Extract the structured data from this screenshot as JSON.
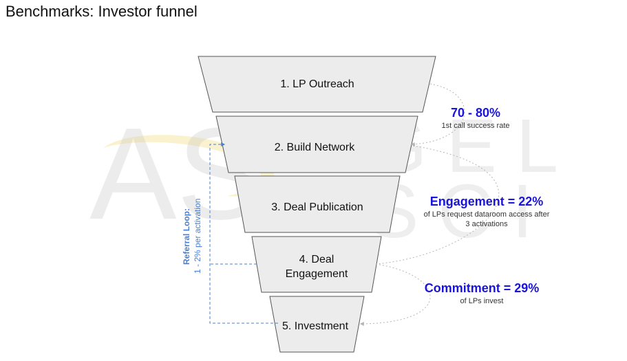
{
  "title": "Benchmarks: Investor funnel",
  "watermark": {
    "initials": "AS",
    "word1": "GEL",
    "word2": "SCI"
  },
  "stages": [
    {
      "label": "1. LP Outreach"
    },
    {
      "label": "2. Build Network"
    },
    {
      "label": "3. Deal Publication"
    },
    {
      "label": "4. Deal",
      "label2": "Engagement"
    },
    {
      "label": "5. Investment"
    }
  ],
  "metrics": [
    {
      "value": "70 - 80%",
      "caption": "1st call success rate"
    },
    {
      "value": "Engagement =  22%",
      "caption": "of LPs request dataroom access after",
      "caption2": "3 activations"
    },
    {
      "value": "Commitment = 29%",
      "caption": "of LPs invest"
    }
  ],
  "referral_loop": {
    "title": "Referral Loop:",
    "subtitle": "1 - 2% per activation"
  },
  "colors": {
    "stage_fill": "#ececec",
    "stage_stroke": "#555555",
    "metric_text": "#1a14d8",
    "loop_line": "#4a7fd0",
    "connector": "#b5b5b5"
  }
}
